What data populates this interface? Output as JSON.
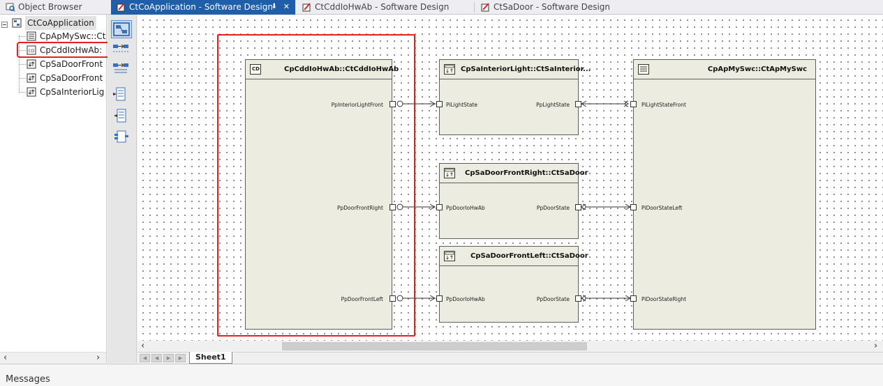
{
  "tabs": [
    {
      "label": "Object Browser",
      "active": false
    },
    {
      "label": "CtCoApplication - Software Design",
      "active": true
    },
    {
      "label": "CtCddIoHwAb - Software Design",
      "active": false
    },
    {
      "label": "CtSaDoor - Software Design",
      "active": false
    }
  ],
  "tree": {
    "root": "CtCoApplication",
    "children": [
      "CpApMySwc::Ct",
      "CpCddIoHwAb:",
      "CpSaDoorFront",
      "CpSaDoorFront",
      "CpSaInteriorLig"
    ]
  },
  "diagram": {
    "cdd": {
      "title": "CpCddIoHwAb::CtCddIoHwAb",
      "icon_text": "CD",
      "ports": [
        "PpInteriorLightFront",
        "PpDoorFrontRight",
        "PpDoorFrontLeft"
      ]
    },
    "interior": {
      "title": "CpSaInteriorLight::CtSaInterior...",
      "port_in": "PiLightState",
      "port_out": "PpLightState"
    },
    "door_right": {
      "title": "CpSaDoorFrontRight::CtSaDoor",
      "port_in": "PpDoorIoHwAb",
      "port_out": "PpDoorState"
    },
    "door_left": {
      "title": "CpSaDoorFrontLeft::CtSaDoor",
      "port_in": "PpDoorIoHwAb",
      "port_out": "PpDoorState"
    },
    "appl": {
      "title": "CpApMySwc::CtApMySwc",
      "ports": [
        "PiLightStateFront",
        "PiDoorStateLeft",
        "PiDoorStateRight"
      ]
    }
  },
  "sheet_tab": "Sheet1",
  "messages_label": "Messages",
  "colors": {
    "accent": "#1f5ea8",
    "highlight": "#e51f1f",
    "component_fill": "#ecece0"
  }
}
